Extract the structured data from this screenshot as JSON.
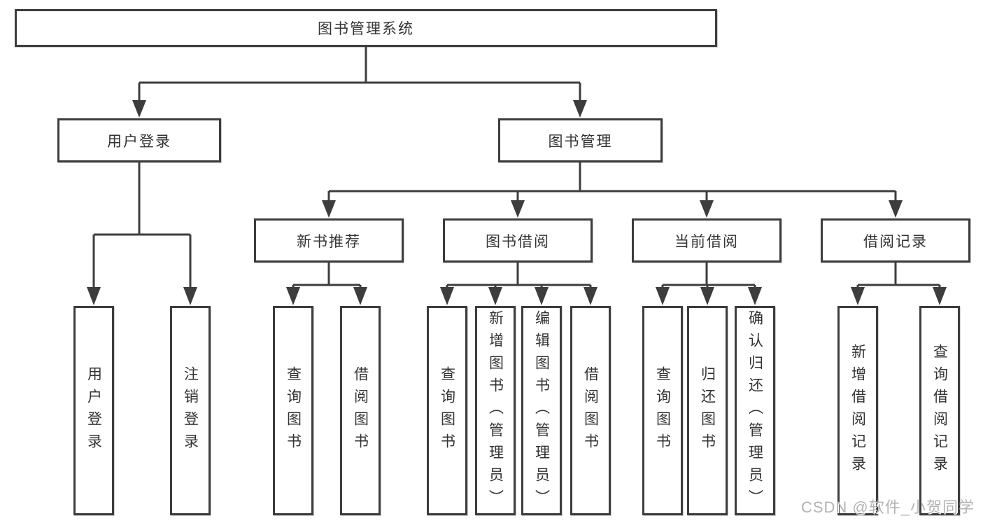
{
  "title": {
    "label": "图书管理系统"
  },
  "level2": [
    {
      "label": "用户登录"
    },
    {
      "label": "图书管理"
    }
  ],
  "level3": [
    {
      "label": "新书推荐"
    },
    {
      "label": "图书借阅"
    },
    {
      "label": "当前借阅"
    },
    {
      "label": "借阅记录"
    }
  ],
  "leaves": [
    {
      "label": "用户登录"
    },
    {
      "label": "注销登录"
    },
    {
      "label": "查询图书"
    },
    {
      "label": "借阅图书"
    },
    {
      "label": "查询图书"
    },
    {
      "label": "新增图书（管理员）"
    },
    {
      "label": "编辑图书（管理员）"
    },
    {
      "label": "借阅图书"
    },
    {
      "label": "查询图书"
    },
    {
      "label": "归还图书"
    },
    {
      "label": "确认归还（管理员）"
    },
    {
      "label": "新增借阅记录"
    },
    {
      "label": "查询借阅记录"
    }
  ],
  "watermark": {
    "text": "CSDN @软件_小贺同学"
  },
  "colors": {
    "line": "#3d3d3d",
    "box_border": "#3d3d3d",
    "text": "#333333",
    "watermark": "#b3b3b3",
    "background": "#ffffff"
  }
}
